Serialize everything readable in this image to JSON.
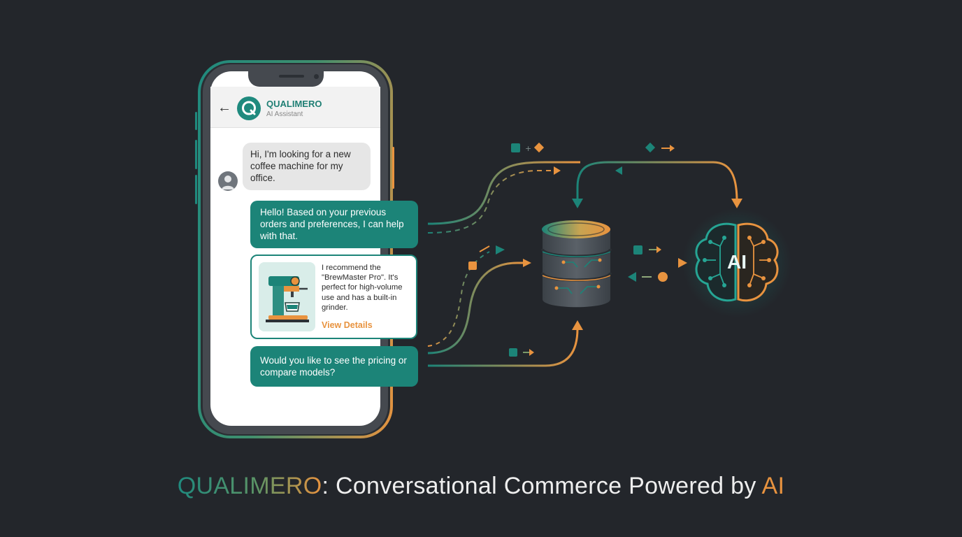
{
  "colors": {
    "background": "#23262b",
    "teal": "#1c8478",
    "orange": "#e8933f",
    "screen": "#ffffff",
    "bezel": "#45494f"
  },
  "chat": {
    "header": {
      "brand_name": "QUALIMERO",
      "subtitle": "AI Assistant",
      "back_icon": "arrow-left-icon",
      "avatar_icon": "brand-logo-icon"
    },
    "user_message": "Hi, I'm looking for a new coffee machine for my office.",
    "bot_message_1": "Hello! Based on your previous orders and preferences, I can help with that.",
    "product": {
      "description": "I recommend the \"BrewMaster Pro\". It's perfect for high-volume use and has a built-in grinder.",
      "link": "View Details",
      "image_icon": "coffee-machine-icon"
    },
    "bot_message_2": "Would you like to see the pricing or compare models?"
  },
  "diagram": {
    "database_icon": "database-server-icon",
    "ai_icon": "ai-brain-icon",
    "ai_label": "AI"
  },
  "caption": {
    "brand": "QUALIMERO",
    "text": ": Conversational Commerce Powered by ",
    "highlight": "AI"
  }
}
